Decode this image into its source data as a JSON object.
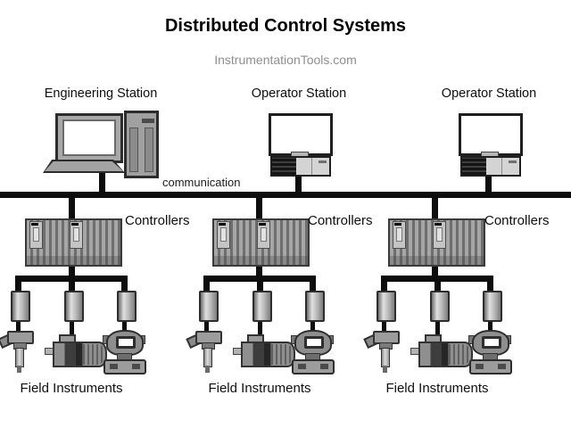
{
  "page": {
    "title": "Distributed Control Systems",
    "watermark": "InstrumentationTools.com"
  },
  "stations": [
    {
      "id": "engineering-station",
      "label": "Engineering Station",
      "device": "desktop-computer-with-tower"
    },
    {
      "id": "operator-station-1",
      "label": "Operator Station",
      "device": "monitor-with-cpu-box"
    },
    {
      "id": "operator-station-2",
      "label": "Operator Station",
      "device": "monitor-with-cpu-box"
    }
  ],
  "bus": {
    "label": "communication"
  },
  "controllers": [
    {
      "label": "Controllers",
      "device": "controller-rack"
    },
    {
      "label": "Controllers",
      "device": "controller-rack"
    },
    {
      "label": "Controllers",
      "device": "controller-rack"
    }
  ],
  "field_groups": [
    {
      "label": "Field Instruments",
      "instruments": [
        "temperature-sensor",
        "motor-pump",
        "pressure-transmitter"
      ]
    },
    {
      "label": "Field Instruments",
      "instruments": [
        "temperature-sensor",
        "motor-pump",
        "pressure-transmitter"
      ]
    },
    {
      "label": "Field Instruments",
      "instruments": [
        "temperature-sensor",
        "motor-pump",
        "pressure-transmitter"
      ]
    }
  ],
  "colors": {
    "background": "#ffffff",
    "line": "#0d0d0d",
    "title_text": "#000000",
    "watermark_text": "#8f8f8f",
    "device_gray": "#9a9a9a",
    "device_border": "#2e2e2e"
  }
}
